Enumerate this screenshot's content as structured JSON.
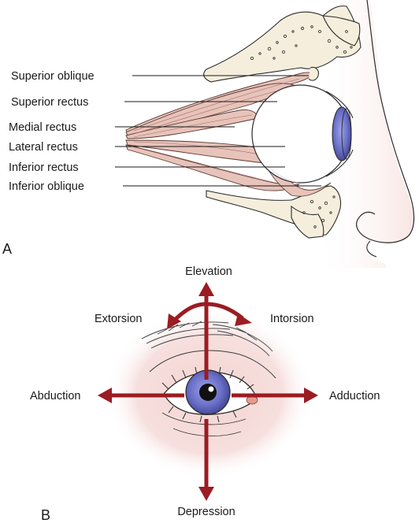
{
  "panel_a": {
    "letter": "A",
    "muscles": [
      {
        "key": "superior_oblique",
        "label": "Superior oblique"
      },
      {
        "key": "superior_rectus",
        "label": "Superior rectus"
      },
      {
        "key": "medial_rectus",
        "label": "Medial rectus"
      },
      {
        "key": "lateral_rectus",
        "label": "Lateral rectus"
      },
      {
        "key": "inferior_rectus",
        "label": "Inferior rectus"
      },
      {
        "key": "inferior_oblique",
        "label": "Inferior oblique"
      }
    ]
  },
  "panel_b": {
    "letter": "B",
    "movements": {
      "up": "Elevation",
      "down": "Depression",
      "left": "Abduction",
      "right": "Adduction",
      "rotate_left": "Extorsion",
      "rotate_right": "Intorsion"
    }
  },
  "colors": {
    "arrow": "#9b1c22",
    "iris": "#6a6fc8",
    "muscle": "#e7c3ba",
    "bone": "#f5eedd",
    "skin_glow": "#f3d6d4"
  },
  "icons": {
    "orbit_illustration": "eye-orbit-anatomy-illustration",
    "eye_illustration": "frontal-eye-illustration"
  }
}
